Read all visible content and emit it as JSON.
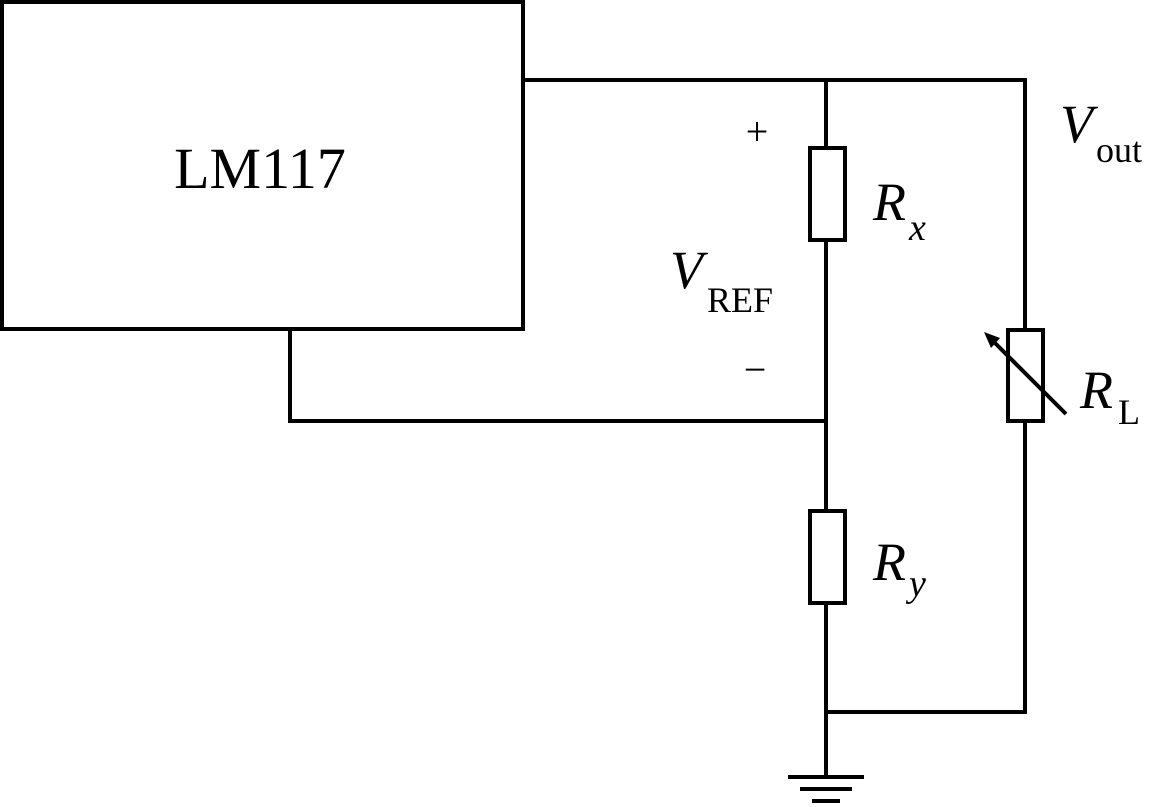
{
  "chip": {
    "name": "LM117"
  },
  "vref": {
    "symbol": "V",
    "subscript": "REF",
    "plus": "+",
    "minus": "−"
  },
  "vout": {
    "symbol": "V",
    "subscript": "out"
  },
  "rx": {
    "symbol": "R",
    "subscript": "x"
  },
  "ry": {
    "symbol": "R",
    "subscript": "y"
  },
  "rl": {
    "symbol": "R",
    "subscript": "L"
  },
  "colors": {
    "line": "#000000",
    "background": "#ffffff"
  },
  "icons": [
    "resistor-icon",
    "variable-resistor-icon",
    "ground-icon"
  ]
}
